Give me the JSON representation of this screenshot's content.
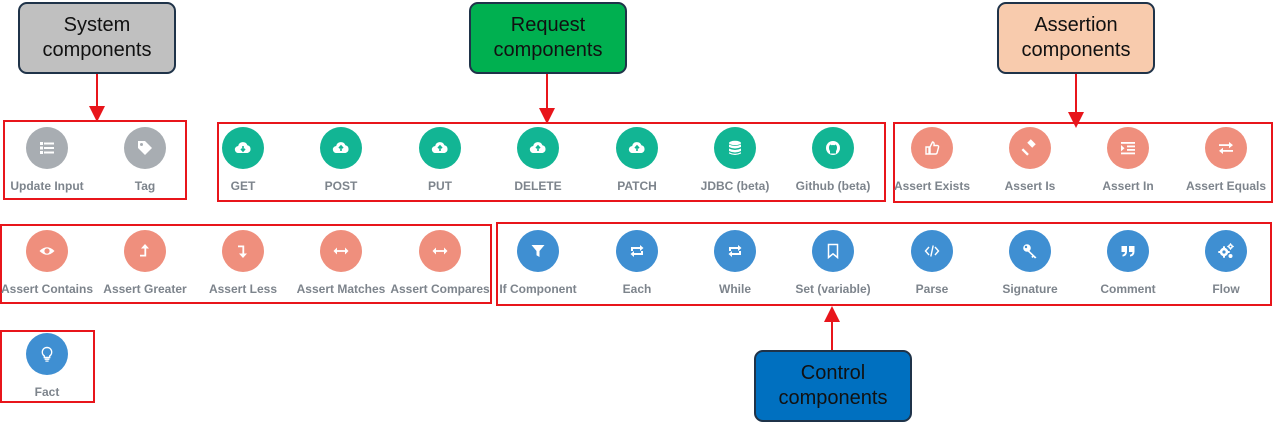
{
  "callouts": {
    "system": "System\ncomponents",
    "request": "Request\ncomponents",
    "assertion": "Assertion\ncomponents",
    "control": "Control\ncomponents"
  },
  "colors": {
    "system": "#a8adb2",
    "request": "#12b594",
    "assertion": "#ef8f7d",
    "control": "#3f8fd2",
    "group_border": "#e8151b"
  },
  "system_components": [
    {
      "label": "Update Input",
      "icon": "list-icon"
    },
    {
      "label": "Tag",
      "icon": "tag-icon"
    }
  ],
  "request_components": [
    {
      "label": "GET",
      "icon": "cloud-download-icon"
    },
    {
      "label": "POST",
      "icon": "cloud-upload-icon"
    },
    {
      "label": "PUT",
      "icon": "cloud-upload-icon"
    },
    {
      "label": "DELETE",
      "icon": "cloud-upload-icon"
    },
    {
      "label": "PATCH",
      "icon": "cloud-upload-icon"
    },
    {
      "label": "JDBC (beta)",
      "icon": "database-icon"
    },
    {
      "label": "Github (beta)",
      "icon": "github-icon"
    }
  ],
  "assertion_components": [
    {
      "label": "Assert Exists",
      "icon": "thumbs-up-icon"
    },
    {
      "label": "Assert Is",
      "icon": "gavel-icon"
    },
    {
      "label": "Assert In",
      "icon": "indent-icon"
    },
    {
      "label": "Assert Equals",
      "icon": "exchange-icon"
    },
    {
      "label": "Assert Contains",
      "icon": "eye-icon"
    },
    {
      "label": "Assert Greater",
      "icon": "level-up-icon"
    },
    {
      "label": "Assert Less",
      "icon": "level-down-icon"
    },
    {
      "label": "Assert Matches",
      "icon": "arrows-h-icon"
    },
    {
      "label": "Assert Compares",
      "icon": "arrows-h-icon"
    }
  ],
  "control_components": [
    {
      "label": "If Component",
      "icon": "filter-icon"
    },
    {
      "label": "Each",
      "icon": "retweet-icon"
    },
    {
      "label": "While",
      "icon": "retweet-icon"
    },
    {
      "label": "Set (variable)",
      "icon": "bookmark-icon"
    },
    {
      "label": "Parse",
      "icon": "code-icon"
    },
    {
      "label": "Signature",
      "icon": "key-icon"
    },
    {
      "label": "Comment",
      "icon": "quote-icon"
    },
    {
      "label": "Flow",
      "icon": "cogs-icon"
    },
    {
      "label": "Fact",
      "icon": "lightbulb-icon"
    }
  ]
}
